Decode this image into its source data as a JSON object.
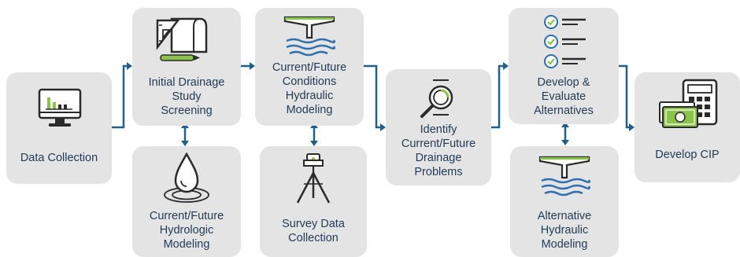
{
  "diagram": {
    "accent_color": "#1f5f8b",
    "icon_dark": "#2a2a2a",
    "icon_green": "#8bc34a",
    "water_blue": "#2e6fb0",
    "box_fill": "#e4e4e4",
    "nodes": {
      "data_collection": {
        "label": "Data Collection",
        "icon": "monitor-chart-icon"
      },
      "initial_screening": {
        "label": "Initial Drainage\nStudy\nScreening",
        "icon": "blueprint-ruler-icon"
      },
      "hydrologic": {
        "label": "Current/Future\nHydrologic\nModeling",
        "icon": "water-drop-icon"
      },
      "hydraulic": {
        "label": "Current/Future\nConditions\nHydraulic\nModeling",
        "icon": "bridge-water-icon"
      },
      "survey": {
        "label": "Survey Data\nCollection",
        "icon": "survey-tripod-icon"
      },
      "problems": {
        "label": "Identify\nCurrent/Future\nDrainage\nProblems",
        "icon": "magnifier-pipe-icon"
      },
      "alternatives": {
        "label": "Develop &\nEvaluate\nAlternatives",
        "icon": "checklist-icon"
      },
      "alt_hydraulic": {
        "label": "Alternative\nHydraulic\nModeling",
        "icon": "bridge-water-icon"
      },
      "cip": {
        "label": "Develop CIP",
        "icon": "calculator-money-icon"
      }
    }
  }
}
